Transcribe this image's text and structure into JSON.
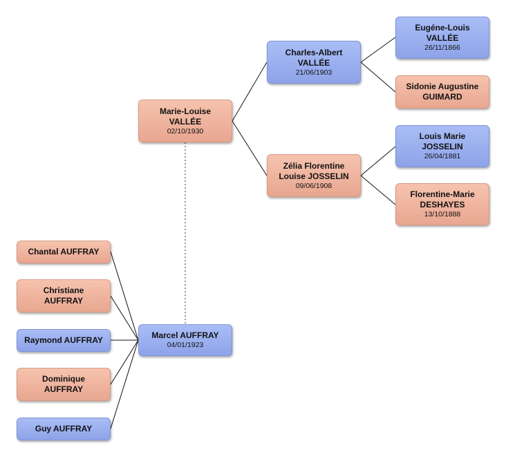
{
  "colors": {
    "male": "#97aaee",
    "female": "#efb29d",
    "line": "#111111",
    "dotted_link": "#777777"
  },
  "people": {
    "marie_louise": {
      "name": "Marie-Louise\nVALLÉE",
      "date": "02/10/1930",
      "sex": "female"
    },
    "charles_albert": {
      "name": "Charles-Albert\nVALLÉE",
      "date": "21/06/1903",
      "sex": "male"
    },
    "zelia": {
      "name": "Zélia Florentine\nLouise JOSSELIN",
      "date": "09/06/1908",
      "sex": "female"
    },
    "eugene_louis": {
      "name": "Eugéne-Louis\nVALLÉE",
      "date": "26/11/1866",
      "sex": "male"
    },
    "sidonie": {
      "name": "Sidonie Augustine\nGUIMARD",
      "date": "",
      "sex": "female"
    },
    "louis_marie": {
      "name": "Louis Marie\nJOSSELIN",
      "date": "26/04/1881",
      "sex": "male"
    },
    "florentine_marie": {
      "name": "Florentine-Marie\nDESHAYES",
      "date": "13/10/1888",
      "sex": "female"
    },
    "marcel": {
      "name": "Marcel AUFFRAY",
      "date": "04/01/1923",
      "sex": "male"
    },
    "chantal": {
      "name": "Chantal AUFFRAY",
      "date": "",
      "sex": "female"
    },
    "christiane": {
      "name": "Christiane\nAUFFRAY",
      "date": "",
      "sex": "female"
    },
    "raymond": {
      "name": "Raymond AUFFRAY",
      "date": "",
      "sex": "male"
    },
    "dominique": {
      "name": "Dominique\nAUFFRAY",
      "date": "",
      "sex": "female"
    },
    "guy": {
      "name": "Guy AUFFRAY",
      "date": "",
      "sex": "male"
    }
  }
}
